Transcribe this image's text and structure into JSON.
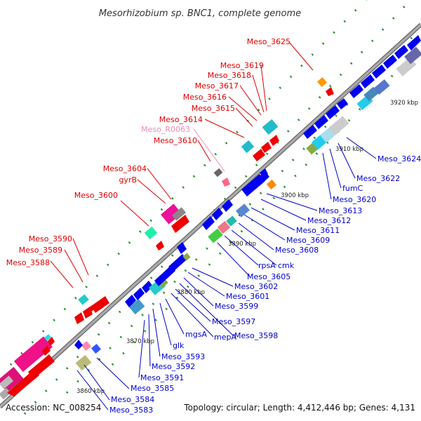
{
  "title": "Mesorhizobium sp. BNC1, complete genome",
  "footer": {
    "accession": "Accession: NC_008254",
    "topology": "Topology: circular; Length: 4,412,446 bp; Genes: 4,131"
  },
  "colors": {
    "forward_label": "#dd0000",
    "reverse_label": "#0000cc",
    "rna_label": "#f08ab4",
    "backbone": "#999999",
    "tick": "#228b22"
  },
  "scale_marks": [
    {
      "label": "3860 kbp",
      "kbp": 3860
    },
    {
      "label": "3870 kbp",
      "kbp": 3870
    },
    {
      "label": "3880 kbp",
      "kbp": 3880
    },
    {
      "label": "3890 kbp",
      "kbp": 3890
    },
    {
      "label": "3900 kbp",
      "kbp": 3900
    },
    {
      "label": "3910 kbp",
      "kbp": 3910
    },
    {
      "label": "3920 kbp",
      "kbp": 3920
    }
  ],
  "forward_labels": [
    "Meso_3588",
    "Meso_3589",
    "Meso_3590",
    "Meso_3600",
    "gyrB",
    "Meso_3604",
    "Meso_3610",
    "Meso_R0063",
    "Meso_3614",
    "Meso_3615",
    "Meso_3616",
    "Meso_3617",
    "Meso_3618",
    "Meso_3619",
    "Meso_3625"
  ],
  "reverse_labels": [
    "Meso_3583",
    "Meso_3584",
    "Meso_3585",
    "Meso_3591",
    "Meso_3592",
    "Meso_3593",
    "glk",
    "mgsA",
    "mepA",
    "Meso_3597",
    "Meso_3598",
    "Meso_3599",
    "Meso_3601",
    "Meso_3602",
    "Meso_3605",
    "rpsA",
    "cmk",
    "Meso_3608",
    "Meso_3609",
    "Meso_3611",
    "Meso_3612",
    "Meso_3613",
    "Meso_3620",
    "fumC",
    "Meso_3622",
    "Meso_3624"
  ]
}
